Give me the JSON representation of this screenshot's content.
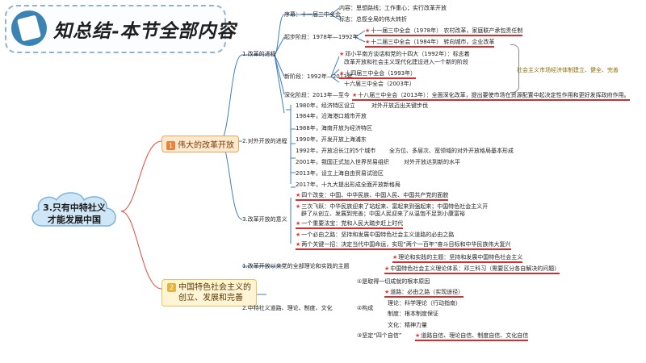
{
  "banner": {
    "title": "知总结-本节全部内容"
  },
  "root": {
    "line1": "3.只有中特社义",
    "line2": "才能发展中国"
  },
  "branch1": {
    "badge": "1",
    "label": "伟大的改革开放"
  },
  "branch2": {
    "badge": "2",
    "line1": "中国特色社会主义的",
    "line2": "创立、发展和完善"
  },
  "reform": {
    "title": "1.改革的进程",
    "start": {
      "label": "序幕：十一届三中全会",
      "content": "内容：思想路线；工作重心；实行改革开放",
      "mark": "标志：总揽全局的伟大转折"
    },
    "initial": {
      "label": "起步阶段：1978年—1992年",
      "items": [
        "十一届三中全会（1978年）   农村改革，家庭联产承包责任制",
        "十二届三中全会（1984年）   转向城市，企业改革"
      ]
    },
    "new": {
      "label": "新阶段：1992年—2013年",
      "items": [
        "邓小平南方谈话和党的十四大（1992年）：标志着",
        "改革开放和社会主义现代化建设进入一个新的阶段",
        "十四届三中全会（1993年）",
        "十六届三中全会（2003年）"
      ]
    },
    "deep": {
      "label": "深化阶段：2013年—至今",
      "content": "十八届三中全会（2013年）：全面深化改革，提出要使市场在资源配置中起决定性作用和更好发挥政府作用。"
    },
    "note": "社会主义市场经济体制建立、健全、完善"
  },
  "opening": {
    "title": "2.对外开放的进程",
    "items": [
      "1980年，经济特区设立",
      "对外开放迈出关键步伐",
      "1984年，沿海港口城市开放",
      "1988年，海南开放为经济特区",
      "1990年，开发开放上海浦东",
      "1992年，开放沿长江的5个城市",
      "全方位、多层次、宽领域的对外开放格局基本形成",
      "2001年，我国正式加入世界贸易组织",
      "对外开放达到新的水平",
      "2013年，设立上海自由贸易试验区",
      "2017年，十九大提出形成全面开放新格局"
    ]
  },
  "significance": {
    "title": "3.改革开放的意义",
    "items": [
      "四个改变：中国、中华民族、中国人民、中国共产党的面貌",
      "三次飞跃：中华民族迎来了站起来、富起来到强起来；中国特色社会主义开",
      "辟了从创立、发展到完善；中国人民迎来了从温饱不足到小康富裕",
      "一个重要法宝：党和人民大踏步赶上时代",
      "一个必由之路：坚持和发展中国特色社会主义道路的必由之路",
      "两个关键一招：决定当代中国命运，实现“两个一百年”奋斗目标和中华民族伟大复兴"
    ]
  },
  "theory": {
    "title": "1.改革开放以来党的全部理论和实践的主题",
    "items": [
      "理论和实践的主题：坚持和发展中国特色社会主义",
      "中国特色社会主义理论体系：邓三科习（需要区分各自解决的问题）"
    ]
  },
  "system": {
    "title": "2.中特社义道路、理论、制度、文化",
    "s1": "①是取得一切成就的根本原因",
    "s2": "②构成",
    "items": [
      "道路：必由之路（实现途径）",
      "理论：科学理论（行动指南）",
      "制度：根本制度保证",
      "文化：精神力量"
    ],
    "s3": "③坚定“四个自信”",
    "confidence": "道路自信、理论自信、制度自信、文化自信"
  }
}
